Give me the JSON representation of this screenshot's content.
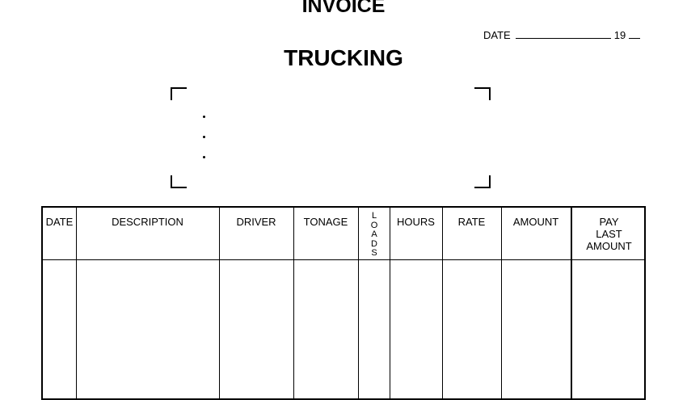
{
  "header": {
    "title": "INVOICE",
    "subtitle": "TRUCKING",
    "date_label": "DATE",
    "year_prefix": "19"
  },
  "table": {
    "columns": [
      {
        "key": "date",
        "label": "DATE"
      },
      {
        "key": "description",
        "label": "DESCRIPTION"
      },
      {
        "key": "driver",
        "label": "DRIVER"
      },
      {
        "key": "tonage",
        "label": "TONAGE"
      },
      {
        "key": "loads",
        "label": "LOADS"
      },
      {
        "key": "hours",
        "label": "HOURS"
      },
      {
        "key": "rate",
        "label": "RATE"
      },
      {
        "key": "amount",
        "label": "AMOUNT"
      },
      {
        "key": "pay_last_amount",
        "label_lines": [
          "PAY",
          "LAST",
          "AMOUNT"
        ]
      }
    ]
  }
}
